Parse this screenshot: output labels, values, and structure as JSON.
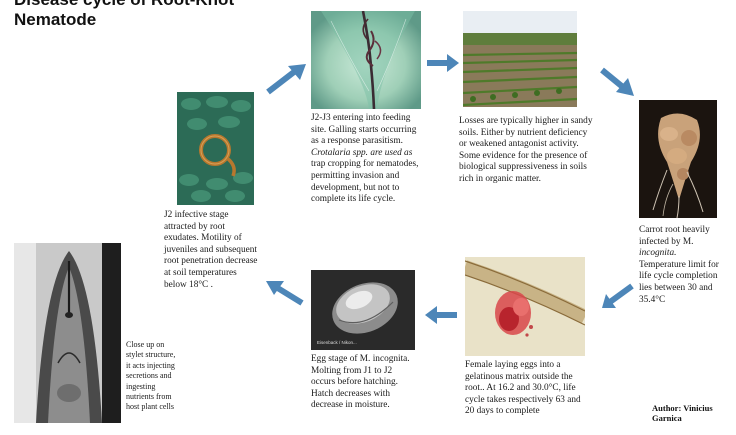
{
  "title": {
    "line1": "Disease cycle of Root-Knot",
    "line2": "Nematode"
  },
  "stages": {
    "root_tip": {
      "lines": [
        "J2-J3 entering into feeding",
        "site. Galling starts occurring",
        "as a response parasitism.",
        "Crotalaria spp. are used as",
        "trap cropping for nematodes,",
        "permitting invasion and",
        "development, but not to",
        "complete its life cycle."
      ]
    },
    "field": {
      "lines": [
        "Losses are typically higher in sandy",
        "soils. Either by nutrient deficiency",
        "or weakened antagonist activity.",
        "Some evidence for the presence of",
        "biological suppressiveness in soils",
        "rich in organic matter."
      ]
    },
    "carrot": {
      "lines": [
        "Carrot root heavily",
        "infected by M.",
        "incognita.",
        "Temperature limit for",
        "life cycle completion",
        "lies between 30 and",
        "35.4°C"
      ]
    },
    "female": {
      "lines": [
        "Female laying eggs into a",
        "gelatinous matrix outside the",
        "root.. At 16.2 and 30.0°C, life",
        "cycle takes respectively 63 and",
        "20 days to complete"
      ]
    },
    "egg": {
      "lines": [
        "Egg stage of M. incognita.",
        "Molting from J1 to J2",
        "occurs before hatching.",
        "Hatch decreases with",
        "decrease in moisture."
      ],
      "micrograph_label": "Eisenback / Nikon..."
    },
    "j2": {
      "lines": [
        "J2 infective stage",
        "attracted by root",
        "exudates. Motility of",
        "juveniles and subsequent",
        "root penetration decrease",
        "at soil temperatures",
        "below 18°C ."
      ]
    },
    "stylet": {
      "lines": [
        "Close up on",
        "stylet structure,",
        "it acts injecting",
        "secretions and",
        "ingesting",
        "nutrients from",
        "host plant cells"
      ]
    }
  },
  "author": {
    "line1": "Author: Vinicius",
    "line2": "Garnica"
  },
  "colors": {
    "arrow": "#4d86b8",
    "text": "#1a1a1a"
  }
}
